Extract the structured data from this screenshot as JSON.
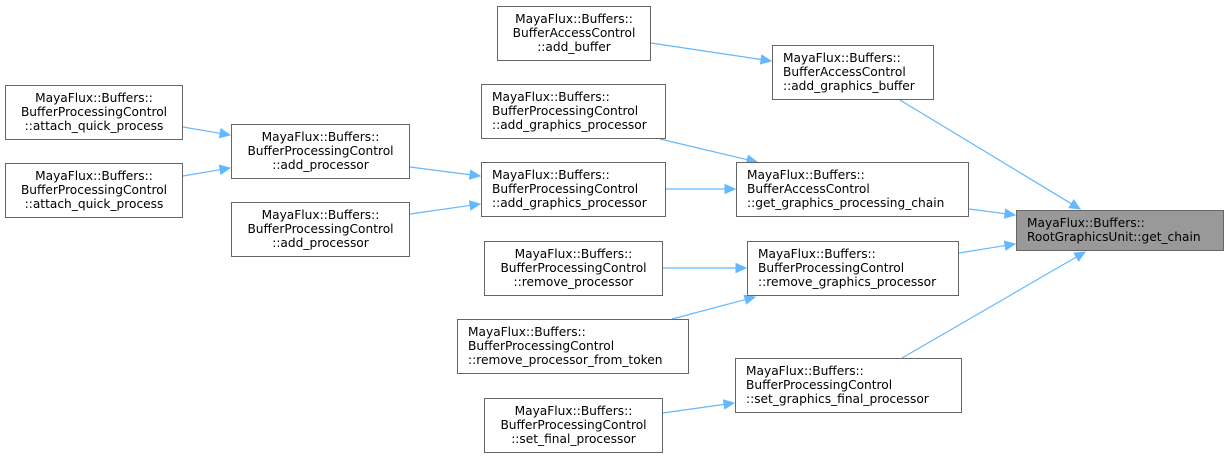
{
  "diagram": {
    "type": "call-graph",
    "target": "n0",
    "edge_color": "#63b8ff",
    "target_fill": "#999999",
    "nodes": [
      {
        "id": "n0",
        "lines": [
          "MayaFlux::Buffers::",
          "RootGraphicsUnit::get_chain"
        ],
        "is_target": true
      },
      {
        "id": "n1",
        "lines": [
          "MayaFlux::Buffers::",
          "BufferAccessControl",
          "::add_buffer"
        ]
      },
      {
        "id": "n2",
        "lines": [
          "MayaFlux::Buffers::",
          "BufferAccessControl",
          "::add_graphics_buffer"
        ]
      },
      {
        "id": "n3",
        "lines": [
          "MayaFlux::Buffers::",
          "BufferProcessingControl",
          "::add_graphics_processor"
        ]
      },
      {
        "id": "n4",
        "lines": [
          "MayaFlux::Buffers::",
          "BufferProcessingControl",
          "::attach_quick_process"
        ]
      },
      {
        "id": "n5",
        "lines": [
          "MayaFlux::Buffers::",
          "BufferProcessingControl",
          "::add_processor"
        ]
      },
      {
        "id": "n6",
        "lines": [
          "MayaFlux::Buffers::",
          "BufferProcessingControl",
          "::attach_quick_process"
        ]
      },
      {
        "id": "n7",
        "lines": [
          "MayaFlux::Buffers::",
          "BufferProcessingControl",
          "::add_graphics_processor"
        ]
      },
      {
        "id": "n8",
        "lines": [
          "MayaFlux::Buffers::",
          "BufferAccessControl",
          "::get_graphics_processing_chain"
        ]
      },
      {
        "id": "n9",
        "lines": [
          "MayaFlux::Buffers::",
          "BufferProcessingControl",
          "::add_processor"
        ]
      },
      {
        "id": "n10",
        "lines": [
          "MayaFlux::Buffers::",
          "BufferProcessingControl",
          "::remove_processor"
        ]
      },
      {
        "id": "n11",
        "lines": [
          "MayaFlux::Buffers::",
          "BufferProcessingControl",
          "::remove_graphics_processor"
        ]
      },
      {
        "id": "n12",
        "lines": [
          "MayaFlux::Buffers::",
          "BufferProcessingControl",
          "::remove_processor_from_token"
        ]
      },
      {
        "id": "n13",
        "lines": [
          "MayaFlux::Buffers::",
          "BufferProcessingControl",
          "::set_graphics_final_processor"
        ]
      },
      {
        "id": "n14",
        "lines": [
          "MayaFlux::Buffers::",
          "BufferProcessingControl",
          "::set_final_processor"
        ]
      }
    ],
    "edges": [
      {
        "from": "n1",
        "to": "n2"
      },
      {
        "from": "n2",
        "to": "n0"
      },
      {
        "from": "n3",
        "to": "n8"
      },
      {
        "from": "n4",
        "to": "n5"
      },
      {
        "from": "n6",
        "to": "n5"
      },
      {
        "from": "n5",
        "to": "n7"
      },
      {
        "from": "n9",
        "to": "n7"
      },
      {
        "from": "n7",
        "to": "n8"
      },
      {
        "from": "n8",
        "to": "n0"
      },
      {
        "from": "n10",
        "to": "n11"
      },
      {
        "from": "n12",
        "to": "n11"
      },
      {
        "from": "n11",
        "to": "n0"
      },
      {
        "from": "n14",
        "to": "n13"
      },
      {
        "from": "n13",
        "to": "n0"
      }
    ]
  }
}
